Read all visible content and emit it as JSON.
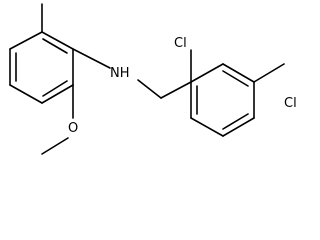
{
  "molecule": {
    "atoms": {
      "chlorine_ortho": "Cl",
      "chlorine_para": "Cl",
      "amine": "NH",
      "methoxy_oxygen": "O"
    }
  }
}
